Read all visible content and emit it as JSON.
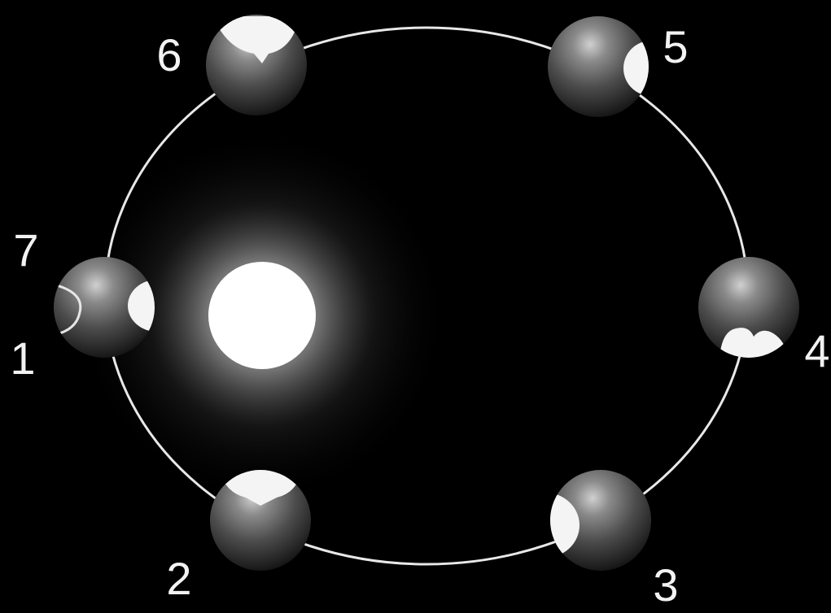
{
  "diagram": {
    "background_color": "#000000",
    "orbit_color": "#e8e8e8",
    "star_color": "#ffffff",
    "planet_color": "#6a6a6a",
    "lit_cap_color": "#f4f4f4"
  },
  "positions": [
    {
      "id": "p1",
      "label": "1"
    },
    {
      "id": "p2",
      "label": "2"
    },
    {
      "id": "p3",
      "label": "3"
    },
    {
      "id": "p4",
      "label": "4"
    },
    {
      "id": "p5",
      "label": "5"
    },
    {
      "id": "p6",
      "label": "6"
    },
    {
      "id": "p7",
      "label": "7"
    }
  ]
}
